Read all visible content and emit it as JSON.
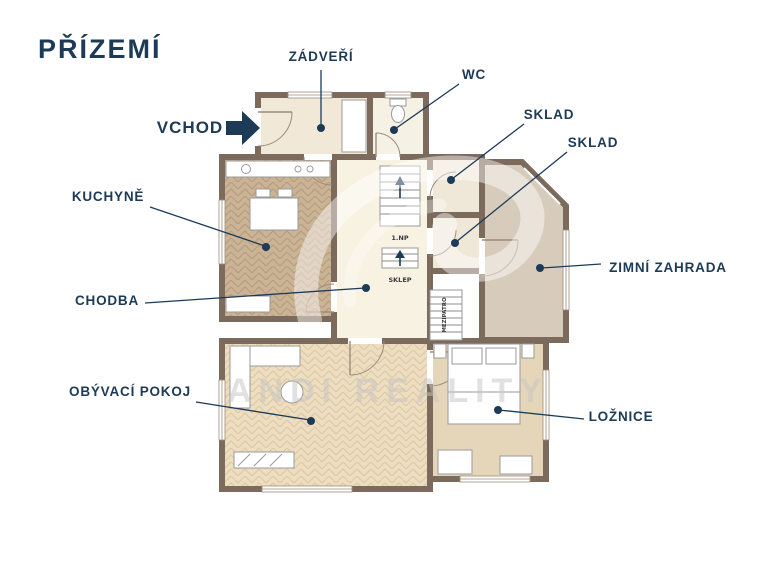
{
  "header": {
    "title": "PŘÍZEMÍ"
  },
  "watermark": {
    "text": "ANDI REALITY"
  },
  "entrance": {
    "label": "VCHOD"
  },
  "rooms": {
    "zadveri": {
      "label": "ZÁDVEŘÍ"
    },
    "wc": {
      "label": "WC"
    },
    "sklad_upper": {
      "label": "SKLAD"
    },
    "sklad_lower": {
      "label": "SKLAD"
    },
    "kuchyne": {
      "label": "KUCHYNĚ"
    },
    "chodba": {
      "label": "CHODBA"
    },
    "zimni_zahrada": {
      "label": "ZIMNÍ ZAHRADA"
    },
    "obyvaci_pokoj": {
      "label": "OBÝVACÍ POKOJ"
    },
    "loznice": {
      "label": "LOŽNICE"
    }
  },
  "plan": {
    "stairs_up": "1.NP",
    "stairs_down": "SKLEP",
    "mezzanine": "MEZIPATRO"
  },
  "colors": {
    "accent_navy": "#1d3a57",
    "wall_brown": "#7c6a5c",
    "kitchen_floor": "#cbb395",
    "living_floor": "#eddec1",
    "bedroom_floor": "#e6d6b9",
    "garden_floor": "#d7ccbc",
    "hall_floor": "#f8f2e2",
    "entry_floor": "#f1e8d8"
  }
}
